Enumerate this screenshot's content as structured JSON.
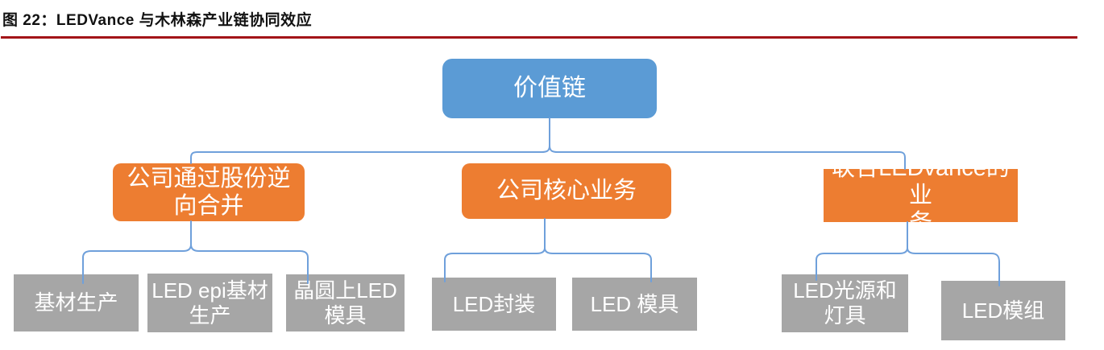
{
  "header": {
    "figure_label": "图 22：LEDVance 与木林森产业链协同效应"
  },
  "colors": {
    "box-blue": "#5B9BD5",
    "box-orange": "#ED7D31",
    "box-gray": "#A6A6A6",
    "connector": "#6FA0DB",
    "rule-red": "#A31418",
    "text-white": "#FFFFFF",
    "title-black": "#111111"
  },
  "diagram": {
    "root": {
      "label": "价值链"
    },
    "branches": [
      {
        "label": "公司通过股份逆\n向合并",
        "children": [
          {
            "label": "基材生产"
          },
          {
            "label": "LED epi基材\n生产"
          },
          {
            "label": "晶圆上LED\n模具"
          }
        ]
      },
      {
        "label": "公司核心业务",
        "children": [
          {
            "label": "LED封装"
          },
          {
            "label": "LED 模具"
          }
        ]
      },
      {
        "label": "联合LEDvance的业\n务",
        "children": [
          {
            "label": "LED光源和\n灯具"
          },
          {
            "label": "LED模组"
          }
        ]
      }
    ]
  }
}
